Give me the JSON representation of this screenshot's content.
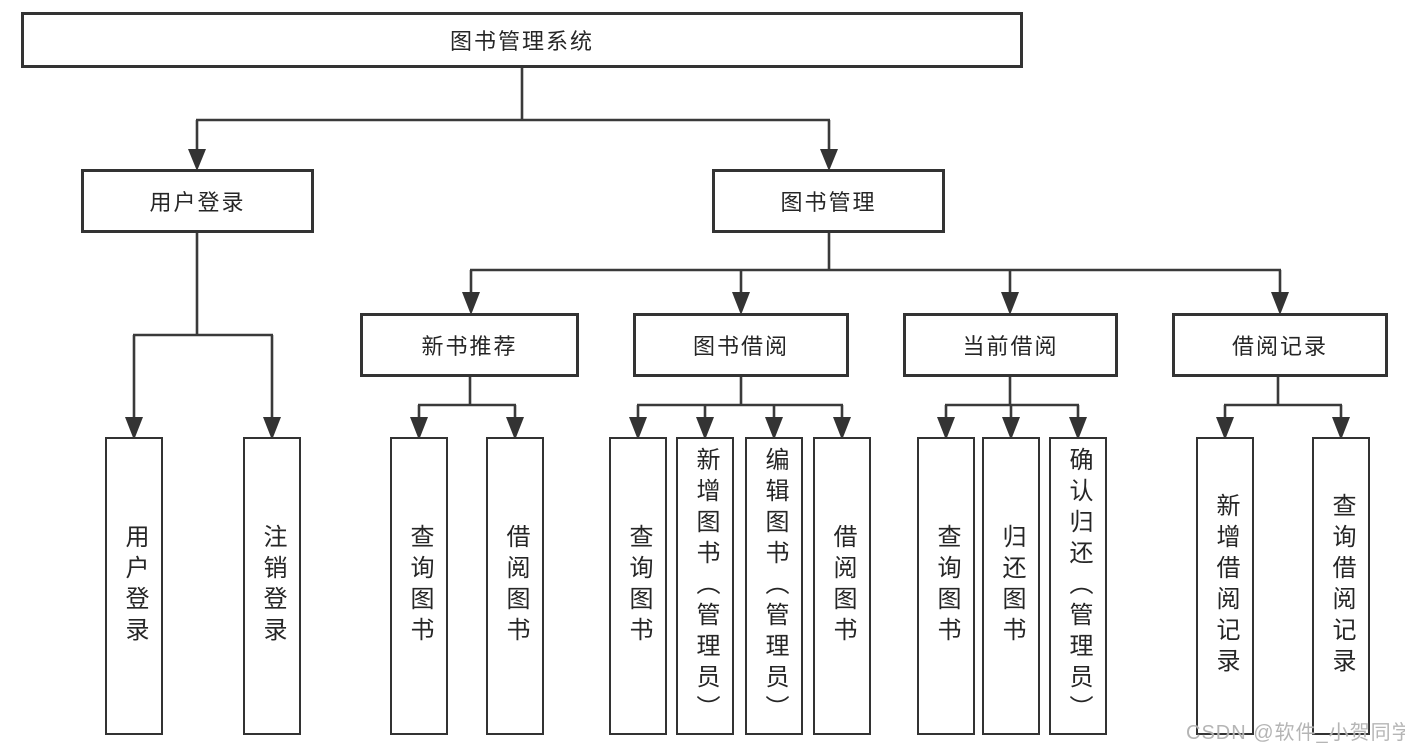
{
  "diagram": {
    "type": "hierarchy",
    "title": "图书管理系统",
    "line_color": "#3a3a3a",
    "box_border_color": "#333333",
    "text_color": "#262626",
    "tree": {
      "label": "图书管理系统",
      "children": [
        {
          "label": "用户登录",
          "children": [
            {
              "label": "用户登录"
            },
            {
              "label": "注销登录"
            }
          ]
        },
        {
          "label": "图书管理",
          "children": [
            {
              "label": "新书推荐",
              "children": [
                {
                  "label": "查询图书"
                },
                {
                  "label": "借阅图书"
                }
              ]
            },
            {
              "label": "图书借阅",
              "children": [
                {
                  "label": "查询图书"
                },
                {
                  "label": "新增图书（管理员）"
                },
                {
                  "label": "编辑图书（管理员）"
                },
                {
                  "label": "借阅图书"
                }
              ]
            },
            {
              "label": "当前借阅",
              "children": [
                {
                  "label": "查询图书"
                },
                {
                  "label": "归还图书"
                },
                {
                  "label": "确认归还（管理员）"
                }
              ]
            },
            {
              "label": "借阅记录",
              "children": [
                {
                  "label": "新增借阅记录"
                },
                {
                  "label": "查询借阅记录"
                }
              ]
            }
          ]
        }
      ]
    }
  },
  "watermark": {
    "text": "CSDN @软件_小贺同学",
    "color": "#a8a8a8"
  }
}
